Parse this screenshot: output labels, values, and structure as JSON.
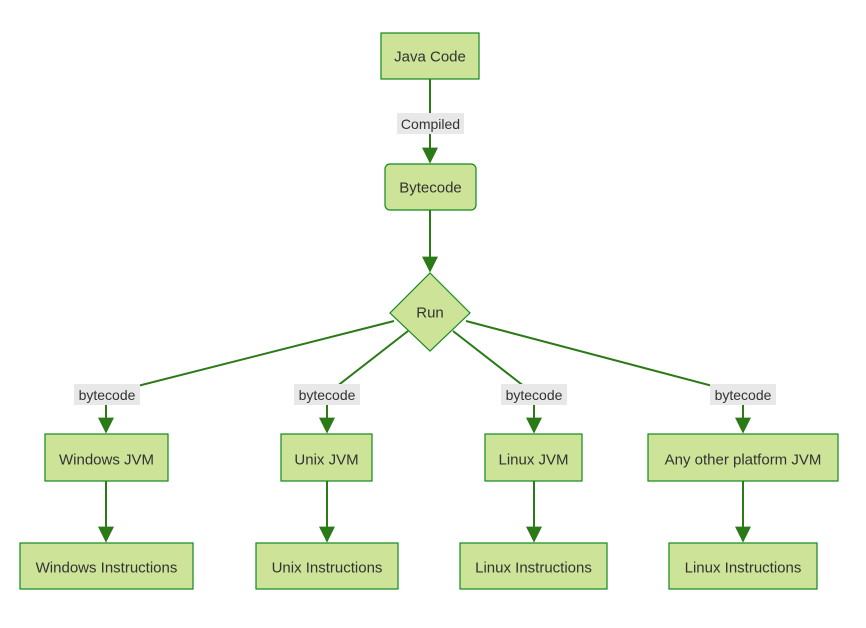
{
  "colors": {
    "node_fill": "#cde498",
    "node_stroke": "#13891f",
    "edge": "#2b7a17",
    "label_bg": "#e8e8e8",
    "text": "#333333"
  },
  "nodes": {
    "java_code": "Java Code",
    "bytecode": "Bytecode",
    "run": "Run",
    "windows_jvm": "Windows JVM",
    "unix_jvm": "Unix JVM",
    "linux_jvm": "Linux JVM",
    "other_jvm": "Any other platform JVM",
    "windows_instructions": "Windows Instructions",
    "unix_instructions": "Unix Instructions",
    "linux_instructions_1": "Linux Instructions",
    "linux_instructions_2": "Linux Instructions"
  },
  "edges": {
    "compiled": "Compiled",
    "bytecode_windows": "bytecode",
    "bytecode_unix": "bytecode",
    "bytecode_linux": "bytecode",
    "bytecode_other": "bytecode"
  }
}
